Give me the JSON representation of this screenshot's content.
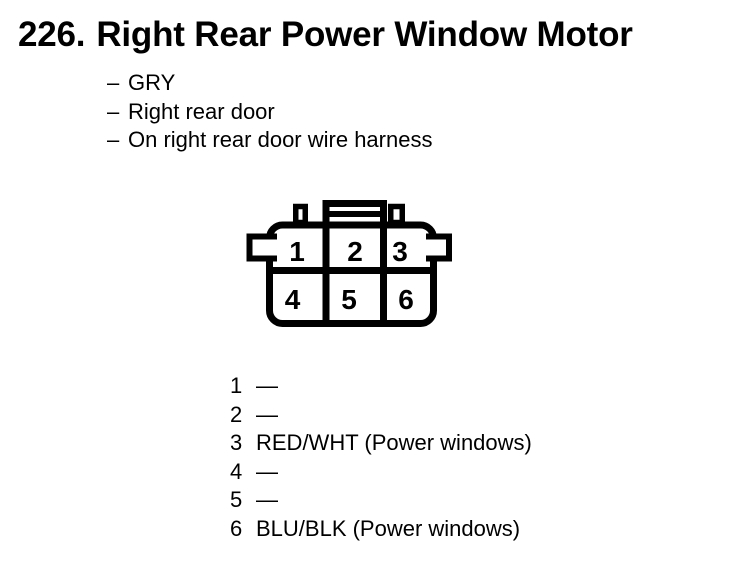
{
  "figure": {
    "number": "226.",
    "title": "Right Rear Power Window Motor"
  },
  "details": {
    "marker": "–",
    "items": [
      "GRY",
      "Right rear door",
      "On right rear door wire harness"
    ]
  },
  "connector": {
    "description": "6-cavity connector, front view",
    "cavity_numbers": [
      "1",
      "2",
      "3",
      "4",
      "5",
      "6"
    ]
  },
  "pinout": {
    "rows": [
      {
        "pin": "1",
        "value": "—"
      },
      {
        "pin": "2",
        "value": "—"
      },
      {
        "pin": "3",
        "value": "RED/WHT (Power windows)"
      },
      {
        "pin": "4",
        "value": "—"
      },
      {
        "pin": "5",
        "value": "—"
      },
      {
        "pin": "6",
        "value": "BLU/BLK (Power windows)"
      }
    ]
  },
  "colors": {
    "ink": "#000000",
    "paper": "#ffffff"
  }
}
